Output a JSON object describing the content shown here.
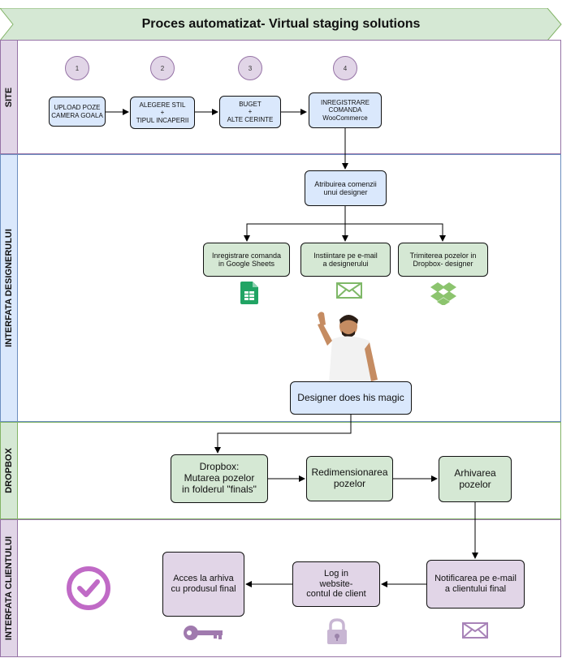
{
  "title": "Proces automatizat- Virtual staging solutions",
  "lanes": {
    "site": "SITE",
    "designer": "INTERFATA DESIGNERULUI",
    "dropbox": "DROPBOX",
    "client": "INTERFATA CLIENTULUI"
  },
  "steps": [
    "1",
    "2",
    "3",
    "4"
  ],
  "nodes": {
    "upload": "UPLOAD POZE\nCAMERA GOALA",
    "alegere": "ALEGERE STIL\n+\nTIPUL INCAPERII",
    "buget": "BUGET\n+\nALTE CERINTE",
    "inregistrare": "INREGISTRARE\nCOMANDA\nWooCommerce",
    "atribuire": "Atribuirea comenzii\nunui designer",
    "sheets": "Inregistrare comanda\nin Google Sheets",
    "email_designer": "Instiintare pe e-mail\na designerului",
    "trimitere": "Trimiterea pozelor in\nDropbox- designer",
    "magic": "Designer does his magic",
    "mutare": "Dropbox:\nMutarea pozelor\nin folderul \"finals\"",
    "redim": "Redimensionarea\npozelor",
    "arhivare": "Arhivarea\npozelor",
    "notificare": "Notificarea pe e-mail\na clientului final",
    "login": "Log in\nwebsite-\ncontul de client",
    "acces": "Acces la arhiva\ncu produsul final"
  },
  "icons": [
    "google-sheets-icon",
    "envelope-icon",
    "dropbox-icon",
    "designer-photo",
    "check-circle-icon",
    "key-icon",
    "lock-icon",
    "envelope-icon"
  ],
  "colors": {
    "purple_fill": "#e1d5e7",
    "purple_stroke": "#9673a6",
    "blue_fill": "#dae8fc",
    "blue_stroke": "#6c8ebf",
    "green_fill": "#d5e8d4",
    "green_stroke": "#82b366",
    "header_fill": "#d5e8d4"
  }
}
